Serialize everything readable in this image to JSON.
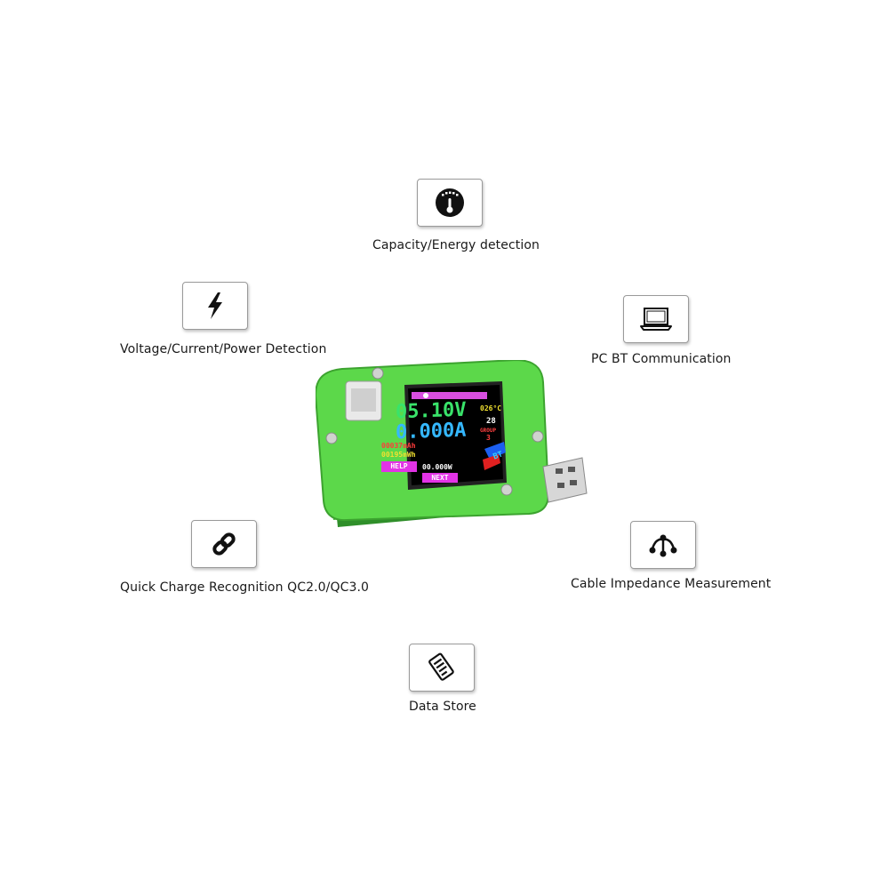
{
  "features": {
    "capacity": {
      "label": "Capacity/Energy detection",
      "icon": "gauge-icon"
    },
    "voltage": {
      "label": "Voltage/Current/Power Detection",
      "icon": "lightning-icon"
    },
    "pc_bt": {
      "label": "PC BT Communication",
      "icon": "laptop-icon"
    },
    "quick_charge": {
      "label": "Quick Charge Recognition QC2.0/QC3.0",
      "icon": "link-icon"
    },
    "cable": {
      "label": "Cable Impedance Measurement",
      "icon": "network-icon"
    },
    "data_store": {
      "label": "Data Store",
      "icon": "scroll-icon"
    }
  },
  "device": {
    "voltage": "05.10V",
    "current": "0.000A",
    "capacity": "00037mAh",
    "energy": "00195mWh",
    "power": "00.000W",
    "temperature": "026°C",
    "group_label": "GROUP",
    "group_value": "3",
    "impedance": "28",
    "help_button": "HELP",
    "next_button": "NEXT",
    "bt_label": "BT",
    "colors": {
      "pcb": "#5cd84a",
      "screen_bg": "#000000",
      "voltage_text": "#39e36a",
      "current_text": "#35b8ff",
      "button_bg": "#e233e6",
      "header_bar": "#d84fe0"
    }
  }
}
